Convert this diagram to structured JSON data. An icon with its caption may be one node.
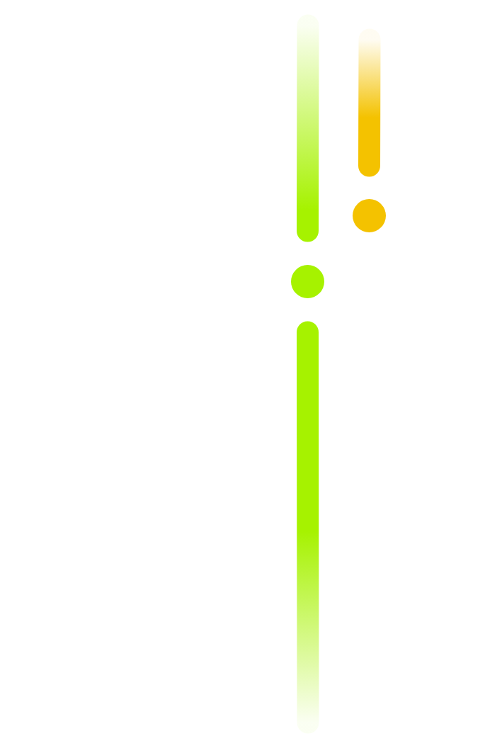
{
  "diagram": {
    "nodes": [
      {
        "text": [],
        "shape": "circle"
      },
      {
        "text": [],
        "shape": "circle"
      }
    ],
    "edges": [
      {
        "from": null,
        "to": 0,
        "arrow": "none",
        "style": "thick"
      },
      {
        "from": 0,
        "to": null,
        "arrow": "none",
        "style": "thick"
      },
      {
        "from": null,
        "to": 1,
        "arrow": "none",
        "style": "thick",
        "color": "#f4c200"
      }
    ]
  }
}
